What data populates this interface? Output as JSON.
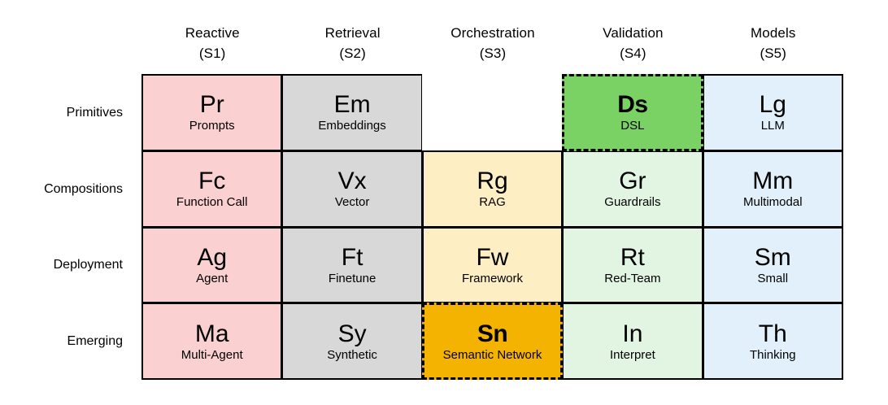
{
  "columns": [
    {
      "name": "Reactive",
      "code": "(S1)",
      "fill": "fill-pink"
    },
    {
      "name": "Retrieval",
      "code": "(S2)",
      "fill": "fill-gray"
    },
    {
      "name": "Orchestration",
      "code": "(S3)",
      "fill": "fill-cream"
    },
    {
      "name": "Validation",
      "code": "(S4)",
      "fill": "fill-mint"
    },
    {
      "name": "Models",
      "code": "(S5)",
      "fill": "fill-blue"
    }
  ],
  "rows": [
    {
      "label": "Primitives"
    },
    {
      "label": "Compositions"
    },
    {
      "label": "Deployment"
    },
    {
      "label": "Emerging"
    }
  ],
  "colors": {
    "reactive": "#fbd0d0",
    "retrieval": "#d8d8d8",
    "orchestration": "#fdeec4",
    "validation": "#e2f4e2",
    "models": "#e2f0fb",
    "highlight_green": "#7ad264",
    "highlight_orange": "#f5b301",
    "border": "#000000",
    "background": "#ffffff"
  },
  "cells": [
    {
      "symbol": "Pr",
      "name": "Prompts",
      "row": "Primitives",
      "column": "Reactive",
      "fill": "fill-pink",
      "highlight": "none"
    },
    {
      "symbol": "Em",
      "name": "Embeddings",
      "row": "Primitives",
      "column": "Retrieval",
      "fill": "fill-gray",
      "highlight": "none"
    },
    {
      "symbol": "",
      "name": "",
      "row": "Primitives",
      "column": "Orchestration",
      "fill": "fill-none",
      "highlight": "empty"
    },
    {
      "symbol": "Ds",
      "name": "DSL",
      "row": "Primitives",
      "column": "Validation",
      "fill": "fill-mint",
      "highlight": "green"
    },
    {
      "symbol": "Lg",
      "name": "LLM",
      "row": "Primitives",
      "column": "Models",
      "fill": "fill-blue",
      "highlight": "none"
    },
    {
      "symbol": "Fc",
      "name": "Function Call",
      "row": "Compositions",
      "column": "Reactive",
      "fill": "fill-pink",
      "highlight": "none"
    },
    {
      "symbol": "Vx",
      "name": "Vector",
      "row": "Compositions",
      "column": "Retrieval",
      "fill": "fill-gray",
      "highlight": "none"
    },
    {
      "symbol": "Rg",
      "name": "RAG",
      "row": "Compositions",
      "column": "Orchestration",
      "fill": "fill-cream",
      "highlight": "none"
    },
    {
      "symbol": "Gr",
      "name": "Guardrails",
      "row": "Compositions",
      "column": "Validation",
      "fill": "fill-mint",
      "highlight": "none"
    },
    {
      "symbol": "Mm",
      "name": "Multimodal",
      "row": "Compositions",
      "column": "Models",
      "fill": "fill-blue",
      "highlight": "none"
    },
    {
      "symbol": "Ag",
      "name": "Agent",
      "row": "Deployment",
      "column": "Reactive",
      "fill": "fill-pink",
      "highlight": "none"
    },
    {
      "symbol": "Ft",
      "name": "Finetune",
      "row": "Deployment",
      "column": "Retrieval",
      "fill": "fill-gray",
      "highlight": "none"
    },
    {
      "symbol": "Fw",
      "name": "Framework",
      "row": "Deployment",
      "column": "Orchestration",
      "fill": "fill-cream",
      "highlight": "none"
    },
    {
      "symbol": "Rt",
      "name": "Red-Team",
      "row": "Deployment",
      "column": "Validation",
      "fill": "fill-mint",
      "highlight": "none"
    },
    {
      "symbol": "Sm",
      "name": "Small",
      "row": "Deployment",
      "column": "Models",
      "fill": "fill-blue",
      "highlight": "none"
    },
    {
      "symbol": "Ma",
      "name": "Multi-Agent",
      "row": "Emerging",
      "column": "Reactive",
      "fill": "fill-pink",
      "highlight": "none"
    },
    {
      "symbol": "Sy",
      "name": "Synthetic",
      "row": "Emerging",
      "column": "Retrieval",
      "fill": "fill-gray",
      "highlight": "none"
    },
    {
      "symbol": "Sn",
      "name": "Semantic Network",
      "row": "Emerging",
      "column": "Orchestration",
      "fill": "fill-cream",
      "highlight": "orange"
    },
    {
      "symbol": "In",
      "name": "Interpret",
      "row": "Emerging",
      "column": "Validation",
      "fill": "fill-mint",
      "highlight": "none"
    },
    {
      "symbol": "Th",
      "name": "Thinking",
      "row": "Emerging",
      "column": "Models",
      "fill": "fill-blue",
      "highlight": "none"
    }
  ]
}
